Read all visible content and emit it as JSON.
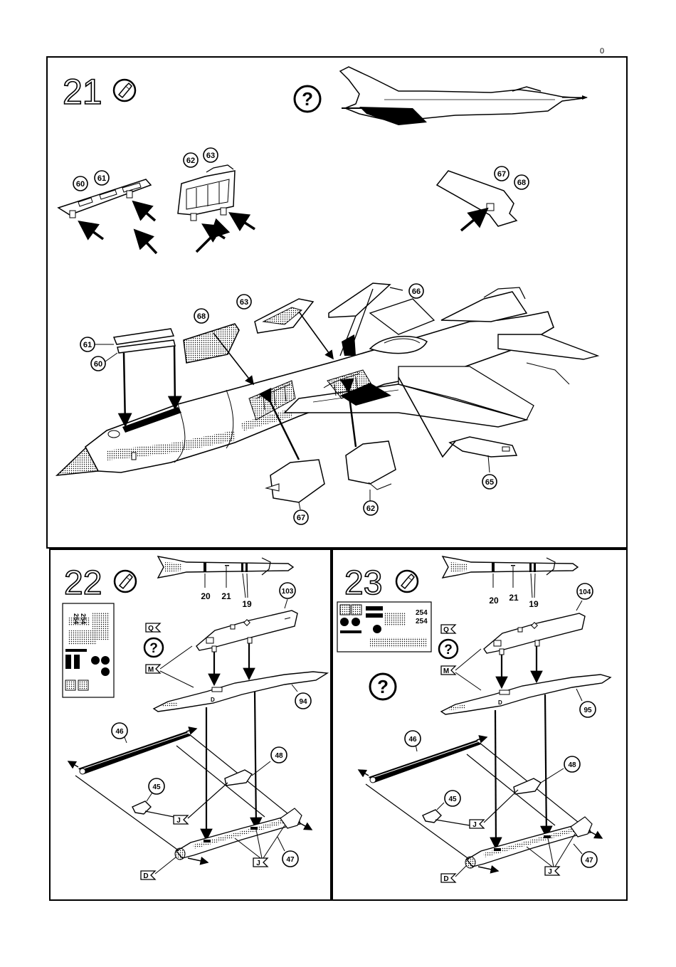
{
  "page": {
    "corner_number": "0"
  },
  "steps": [
    {
      "number": "21",
      "parts": [
        {
          "id": "p60a",
          "label": "60"
        },
        {
          "id": "p61a",
          "label": "61"
        },
        {
          "id": "p62a",
          "label": "62"
        },
        {
          "id": "p63a",
          "label": "63"
        },
        {
          "id": "p67a",
          "label": "67"
        },
        {
          "id": "p68a",
          "label": "68"
        },
        {
          "id": "p61b",
          "label": "61"
        },
        {
          "id": "p60b",
          "label": "60"
        },
        {
          "id": "p68b",
          "label": "68"
        },
        {
          "id": "p63b",
          "label": "63"
        },
        {
          "id": "p66",
          "label": "66"
        },
        {
          "id": "p65",
          "label": "65"
        },
        {
          "id": "p67b",
          "label": "67"
        },
        {
          "id": "p62b",
          "label": "62"
        }
      ],
      "query_mark": "?"
    },
    {
      "number": "22",
      "missile_labels": [
        "20",
        "21",
        "19"
      ],
      "parts": [
        {
          "id": "p103",
          "label": "103"
        },
        {
          "id": "p94",
          "label": "94"
        },
        {
          "id": "p46",
          "label": "46"
        },
        {
          "id": "p48",
          "label": "48"
        },
        {
          "id": "p45",
          "label": "45"
        },
        {
          "id": "p47",
          "label": "47"
        }
      ],
      "flags": {
        "q": "Q",
        "m": "M",
        "j1": "J",
        "j2": "J",
        "d": "D"
      },
      "decal_numbers": [
        "254",
        "254"
      ],
      "query_mark": "?"
    },
    {
      "number": "23",
      "missile_labels": [
        "20",
        "21",
        "19"
      ],
      "parts": [
        {
          "id": "p104",
          "label": "104"
        },
        {
          "id": "p95",
          "label": "95"
        },
        {
          "id": "p46",
          "label": "46"
        },
        {
          "id": "p48",
          "label": "48"
        },
        {
          "id": "p45",
          "label": "45"
        },
        {
          "id": "p47",
          "label": "47"
        }
      ],
      "flags": {
        "q": "Q",
        "m": "M",
        "j1": "J",
        "j2": "J",
        "d": "D"
      },
      "decal_numbers": [
        "254",
        "254"
      ],
      "query_mark": "?",
      "query_mark_2": "?"
    }
  ],
  "icons": {
    "glue": "glue-tube-icon",
    "question": "question-circle-icon",
    "arrow": "arrow-icon"
  }
}
